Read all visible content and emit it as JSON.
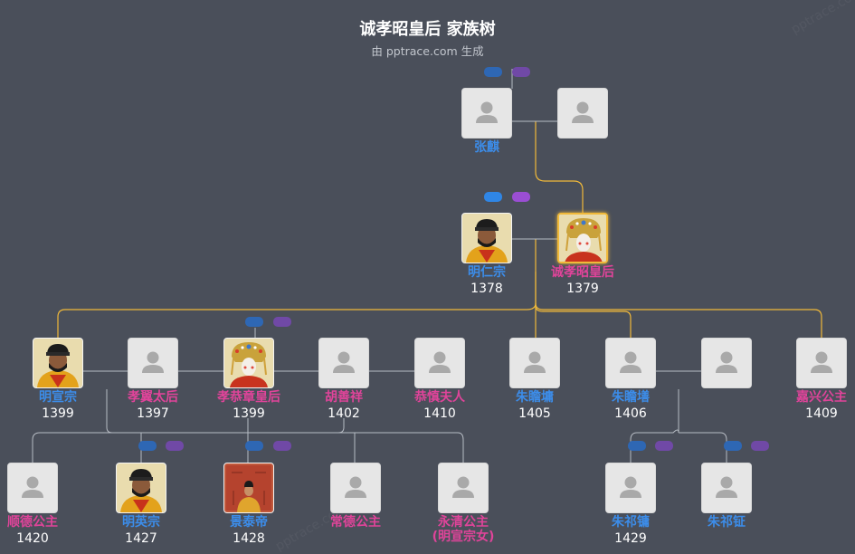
{
  "header": {
    "title": "诚孝昭皇后 家族树",
    "subtitle": "由 pptrace.com 生成"
  },
  "watermark": "pptrace.com",
  "colors": {
    "background": "#4a4f5a",
    "male_name": "#3c8dea",
    "female_name": "#e0449a",
    "connector_gold": "#f0b93a",
    "connector_gray": "#b7bcc4"
  },
  "people": {
    "zhangqi": {
      "name": "张麒",
      "year": "",
      "sex": "m",
      "photo": false
    },
    "zhangqi_spouse": {
      "name": "",
      "year": "",
      "sex": "f",
      "photo": false
    },
    "renzong": {
      "name": "明仁宗",
      "year": "1378",
      "sex": "m",
      "photo": true,
      "portrait": "emperor"
    },
    "focus": {
      "name": "诚孝昭皇后",
      "year": "1379",
      "sex": "f",
      "photo": true,
      "portrait": "empress"
    },
    "xuanzong": {
      "name": "明宣宗",
      "year": "1399",
      "sex": "m",
      "photo": true,
      "portrait": "emperor"
    },
    "xiaoyi": {
      "name": "孝翼太后",
      "year": "1397",
      "sex": "f",
      "photo": false
    },
    "xiaogong": {
      "name": "孝恭章皇后",
      "year": "1399",
      "sex": "f",
      "photo": true,
      "portrait": "empress"
    },
    "hushanxiang": {
      "name": "胡善祥",
      "year": "1402",
      "sex": "f",
      "photo": false
    },
    "gongshen": {
      "name": "恭慎夫人",
      "year": "1410",
      "sex": "f",
      "photo": false
    },
    "zhanyong": {
      "name": "朱瞻墉",
      "year": "1405",
      "sex": "m",
      "photo": false
    },
    "zhanshan": {
      "name": "朱瞻墡",
      "year": "1406",
      "sex": "m",
      "photo": false
    },
    "zhanshan_spouse": {
      "name": "",
      "year": "",
      "sex": "f",
      "photo": false
    },
    "jiaxing": {
      "name": "嘉兴公主",
      "year": "1409",
      "sex": "f",
      "photo": false
    },
    "shunde": {
      "name": "顺德公主",
      "year": "1420",
      "sex": "f",
      "photo": false
    },
    "yingzong": {
      "name": "明英宗",
      "year": "1427",
      "sex": "m",
      "photo": true,
      "portrait": "emperor"
    },
    "jingtai": {
      "name": "景泰帝",
      "year": "1428",
      "sex": "m",
      "photo": true,
      "portrait": "jingtai"
    },
    "changde": {
      "name": "常德公主",
      "year": "",
      "sex": "f",
      "photo": false
    },
    "yongqing": {
      "name": "永清公主\n(明宣宗女)",
      "year": "",
      "sex": "f",
      "photo": false
    },
    "qiyong": {
      "name": "朱祁镛",
      "year": "1429",
      "sex": "m",
      "photo": false
    },
    "qizheng": {
      "name": "朱祁钲",
      "year": "",
      "sex": "m",
      "photo": false
    }
  }
}
